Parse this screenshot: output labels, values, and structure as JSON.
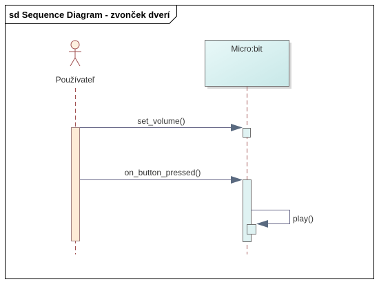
{
  "diagram": {
    "title": "sd Sequence Diagram - zvonček dverí",
    "participants": [
      {
        "kind": "actor",
        "label": "Používateľ"
      },
      {
        "kind": "object",
        "label": "Micro:bit"
      }
    ],
    "messages": [
      {
        "label": "set_volume()",
        "from": "Používateľ",
        "to": "Micro:bit"
      },
      {
        "label": "on_button_pressed()",
        "from": "Používateľ",
        "to": "Micro:bit"
      },
      {
        "label": "play()",
        "from": "Micro:bit",
        "to": "Micro:bit"
      }
    ],
    "colors": {
      "actor_head": "#fdf0e0",
      "actor_activation": "#fdebd6",
      "object_box": "#d6f0f0",
      "object_activation": "#dff2f2",
      "line": "#6a6a8a",
      "lifeline": "#a05050"
    }
  }
}
